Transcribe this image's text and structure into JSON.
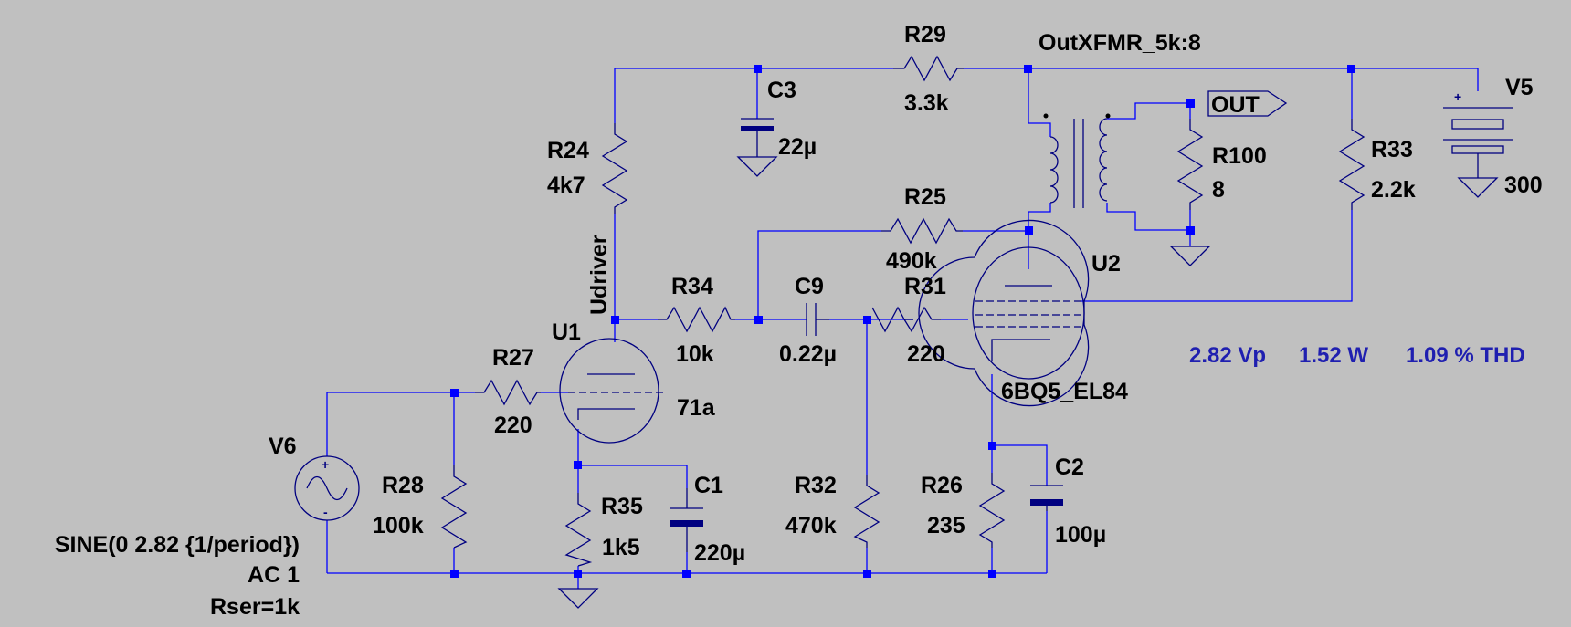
{
  "components": {
    "r29": {
      "name": "R29",
      "value": "3.3k"
    },
    "xfmr": {
      "name": "OutXFMR_5k:8"
    },
    "c3": {
      "name": "C3",
      "value": "22µ"
    },
    "r24": {
      "name": "R24",
      "value": "4k7"
    },
    "udriver": {
      "name": "Udriver"
    },
    "u1": {
      "name": "U1",
      "value": "71a"
    },
    "r34": {
      "name": "R34",
      "value": "10k"
    },
    "c9": {
      "name": "C9",
      "value": "0.22µ"
    },
    "r31": {
      "name": "R31",
      "value": "220"
    },
    "r25": {
      "name": "R25",
      "value": "490k"
    },
    "u2": {
      "name": "U2",
      "value": "6BQ5_EL84"
    },
    "out": {
      "name": "OUT"
    },
    "r100": {
      "name": "R100",
      "value": "8"
    },
    "r33": {
      "name": "R33",
      "value": "2.2k"
    },
    "v5": {
      "name": "V5",
      "value": "300"
    },
    "r27": {
      "name": "R27",
      "value": "220"
    },
    "v6": {
      "name": "V6",
      "value": "SINE(0 2.82 {1/period})",
      "ac": "AC 1",
      "rser": "Rser=1k"
    },
    "r28": {
      "name": "R28",
      "value": "100k"
    },
    "r35": {
      "name": "R35",
      "value": "1k5"
    },
    "c1": {
      "name": "C1",
      "value": "220µ"
    },
    "r32": {
      "name": "R32",
      "value": "470k"
    },
    "r26": {
      "name": "R26",
      "value": "235"
    },
    "c2": {
      "name": "C2",
      "value": "100µ"
    }
  },
  "measurements": {
    "vp": "2.82 Vp",
    "power": "1.52 W",
    "thd": "1.09 % THD"
  },
  "colors": {
    "background": "#c0c0c0",
    "wire": "#0000ff",
    "component": "#000080",
    "text": "#000000",
    "measurement": "#1f1fb0"
  }
}
